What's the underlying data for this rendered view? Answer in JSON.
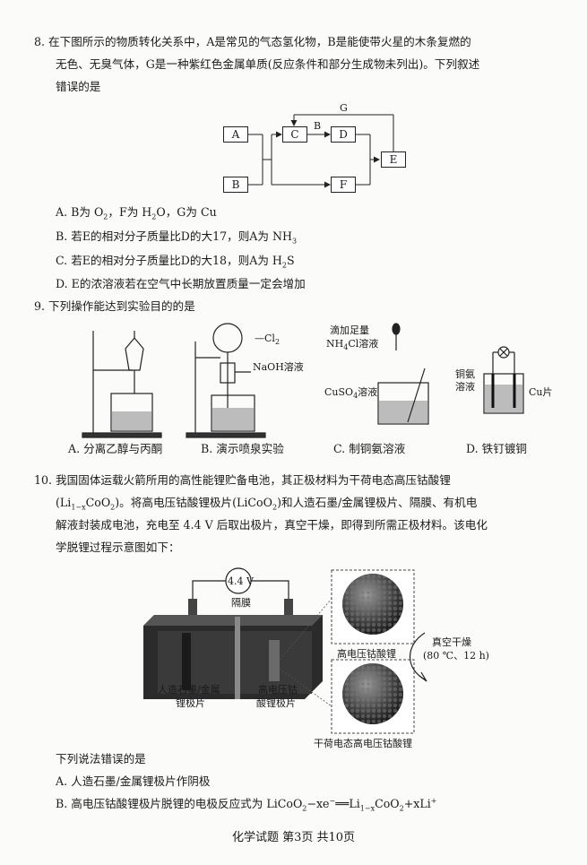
{
  "q8": {
    "stem_line1": "8. 在下图所示的物质转化关系中，A是常见的气态氢化物，B是能使带火星的木条复燃的",
    "stem_line2": "无色、无臭气体，G是一种紫红色金属单质(反应条件和部分生成物未列出)。下列叙述",
    "stem_line3": "错误的是",
    "diagram": {
      "A": "A",
      "B": "B",
      "C": "C",
      "D": "D",
      "E": "E",
      "F": "F",
      "edge_cd": "B",
      "edge_top": "G"
    },
    "options": {
      "a_pre": "A. B为 O",
      "a_mid1": "，F为 H",
      "a_mid2": "O，G为 Cu",
      "b_pre": "B. 若E的相对分子质量比D的大17，则A为 NH",
      "c_pre": "C. 若E的相对分子质量比D的大18，则A为 H",
      "c_post": "S",
      "d": "D. E的浓溶液若在空气中长期放置质量一定会增加"
    }
  },
  "q9": {
    "stem": "9. 下列操作能达到实验目的的是",
    "labels": {
      "cl2": "Cl",
      "naoh": "NaOH溶液",
      "drop1": "滴加足量",
      "nh4cl_pre": "NH",
      "nh4cl_post": "Cl溶液",
      "cuso4_pre": "CuSO",
      "cuso4_post": "溶液",
      "tong1": "铜氨",
      "tong2": "溶液",
      "cu": "Cu片"
    },
    "captions": {
      "a": "A. 分离乙醇与丙酮",
      "b": "B. 演示喷泉实验",
      "c": "C. 制铜氨溶液",
      "d": "D. 铁钉镀铜"
    }
  },
  "q10": {
    "stem_line1": "10. 我国固体运载火箭所用的高性能锂贮备电池，其正极材料为干荷电态高压钴酸锂",
    "stem_line2_pre": "(Li",
    "stem_line2_sub": "1−x",
    "stem_line2_mid": "CoO",
    "stem_line2_post": ")。将高电压钴酸锂极片(LiCoO",
    "stem_line2_post2": ")和人造石墨/金属锂极片、隔膜、有机电",
    "stem_line3": "解液封装成电池，充电至 4.4 V 后取出极片，真空干燥，即得到所需正极材料。该电化",
    "stem_line4": "学脱锂过程示意图如下：",
    "figure": {
      "voltage": "4.4 V",
      "membrane": "隔膜",
      "left1": "人造石墨/金属",
      "left2": "锂极片",
      "right1": "高电压钴",
      "right2": "酸锂极片",
      "ball_top": "高电压钴酸锂",
      "ball_bottom": "干荷电态高电压钴酸锂",
      "dry1": "真空干燥",
      "dry2": "(80 ℃、12 h)"
    },
    "q_stem": "下列说法错误的是",
    "opt_a": "A. 人造石墨/金属锂极片作阴极",
    "opt_b_pre": "B. 高电压钴酸锂极片脱锂的电极反应式为 LiCoO",
    "opt_b_mid": "−xe",
    "opt_b_arrow": "══",
    "opt_b_post1": "Li",
    "opt_b_sub": "1−x",
    "opt_b_post2": "CoO",
    "opt_b_post3": "+xLi"
  },
  "footer": "化学试题   第3页   共10页"
}
